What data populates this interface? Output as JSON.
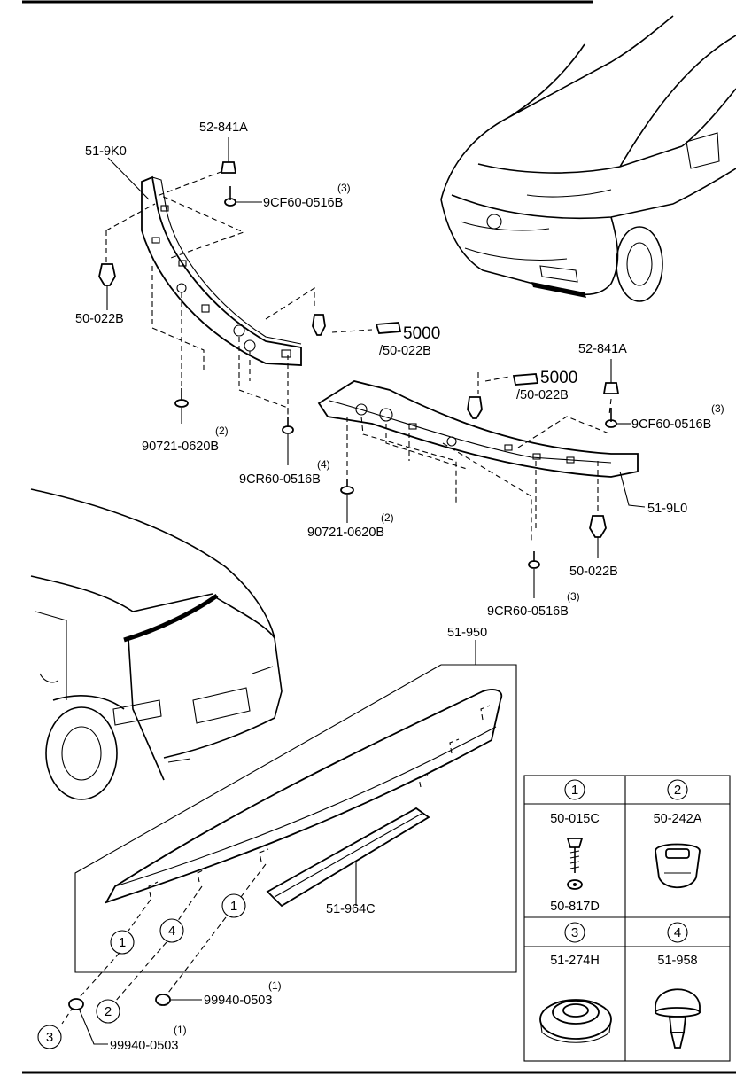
{
  "callouts": {
    "p52841a_left": "52-841A",
    "p519k0": "51-9K0",
    "p9cf60_left": "9CF60-0516B",
    "p9cf60_left_qty": "(3)",
    "p50022b_left": "50-022B",
    "ref5000_left": "5000",
    "ref5000_left_sub": "/50-022B",
    "p90721_left": "90721-0620B",
    "p90721_left_qty": "(2)",
    "p9cr60_left": "9CR60-0516B",
    "p9cr60_left_qty": "(4)",
    "ref5000_right": "5000",
    "ref5000_right_sub": "/50-022B",
    "p52841a_right": "52-841A",
    "p9cf60_right": "9CF60-0516B",
    "p9cf60_right_qty": "(3)",
    "p519l0": "51-9L0",
    "p90721_right": "90721-0620B",
    "p90721_right_qty": "(2)",
    "p50022b_right": "50-022B",
    "p9cr60_right": "9CR60-0516B",
    "p9cr60_right_qty": "(3)",
    "p51950": "51-950",
    "p51964c": "51-964C",
    "p99940_a": "99940-0503",
    "p99940_a_qty": "(1)",
    "p99940_b": "99940-0503",
    "p99940_b_qty": "(1)",
    "circ1_a": "1",
    "circ4": "4",
    "circ1_b": "1",
    "circ2": "2",
    "circ3": "3"
  },
  "legend": {
    "cell1": {
      "num": "1",
      "top": "50-015C",
      "bottom": "50-817D"
    },
    "cell2": {
      "num": "2",
      "part": "50-242A"
    },
    "cell3": {
      "num": "3",
      "part": "51-274H"
    },
    "cell4": {
      "num": "4",
      "part": "51-958"
    }
  }
}
